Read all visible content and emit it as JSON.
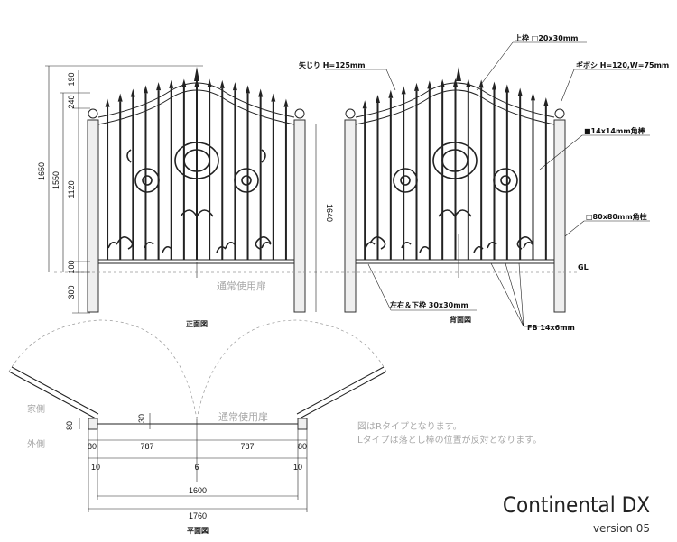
{
  "title": "Continental DX",
  "version": "version 05",
  "front_view": {
    "caption": "正面図",
    "dims": {
      "top1": "190",
      "top2": "240",
      "overall": "1650",
      "post": "1550",
      "mid": "1120",
      "base": "100",
      "below": "300",
      "height_right": "1640"
    },
    "door_label": "通常使用扉"
  },
  "back_view": {
    "caption": "背面図",
    "labels": {
      "arrow": "矢じり H=125mm",
      "top_frame": "上枠 □20x30mm",
      "finial": "ギボシ H=120,W=75mm",
      "square_bar": "■14x14mm角棒",
      "post": "□80x80mm角柱",
      "gl": "GL",
      "side_frame": "左右＆下枠 30x30mm",
      "fb": "FB 14x6mm"
    }
  },
  "plan_view": {
    "caption": "平面図",
    "house_side": "家側",
    "outer_side": "外側",
    "door_label": "通常使用扉",
    "dims": {
      "depth": "80",
      "gap": "30",
      "post_l": "80",
      "leaf_l": "787",
      "leaf_r": "787",
      "post_r": "80",
      "side_l": "10",
      "center": "6",
      "side_r": "10",
      "inner": "1600",
      "outer": "1760"
    }
  },
  "notes": [
    "図はRタイプとなります。",
    "Lタイプは落とし棒の位置が反対となります。"
  ]
}
